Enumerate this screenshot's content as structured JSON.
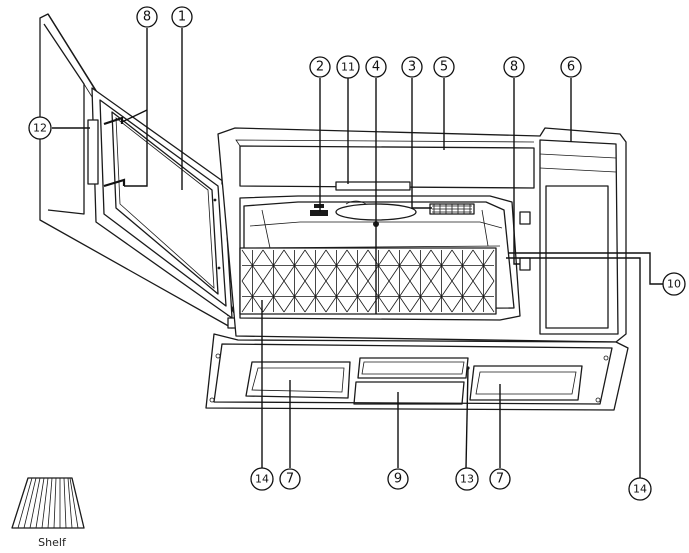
{
  "callouts": [
    {
      "id": "c1",
      "label": "1"
    },
    {
      "id": "c2",
      "label": "2"
    },
    {
      "id": "c3",
      "label": "3"
    },
    {
      "id": "c4",
      "label": "4"
    },
    {
      "id": "c5",
      "label": "5"
    },
    {
      "id": "c6",
      "label": "6"
    },
    {
      "id": "c7a",
      "label": "7"
    },
    {
      "id": "c7b",
      "label": "7"
    },
    {
      "id": "c8a",
      "label": "8"
    },
    {
      "id": "c8b",
      "label": "8"
    },
    {
      "id": "c9",
      "label": "9"
    },
    {
      "id": "c10",
      "label": "10"
    },
    {
      "id": "c11",
      "label": "11"
    },
    {
      "id": "c12",
      "label": "12"
    },
    {
      "id": "c13",
      "label": "13"
    },
    {
      "id": "c14a",
      "label": "14"
    },
    {
      "id": "c14b",
      "label": "14"
    }
  ],
  "shelf": {
    "label": "Shelf"
  }
}
